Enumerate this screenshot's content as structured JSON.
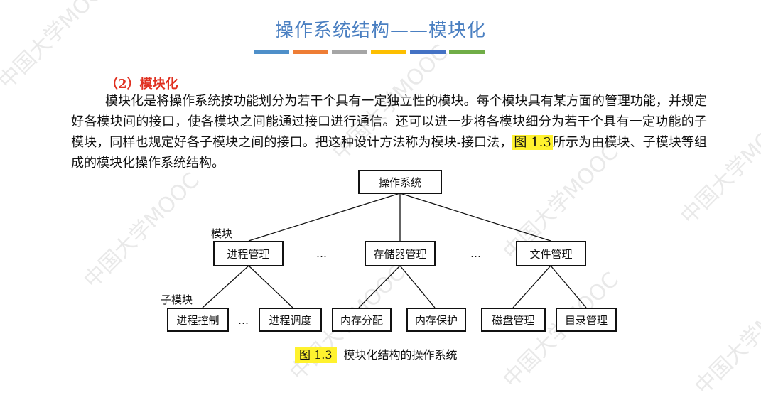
{
  "title": "操作系统结构——模块化",
  "accent_bars": [
    "#4e8fc9",
    "#ee7d35",
    "#a5a5a5",
    "#fdbf00",
    "#4472c4",
    "#70ad47"
  ],
  "watermark": "中国大学MOOC",
  "section_heading": "（2）模块化",
  "paragraph": {
    "before_ref": "模块化是将操作系统按功能划分为若干个具有一定独立性的模块。每个模块具有某方面的管理功能，并规定好各模块间的接口，使各模块之间能通过接口进行通信。还可以进一步将各模块细分为若干个具有一定功能的子模块，同样也规定好各子模块之间的接口。把这种设计方法称为模块-接口法，",
    "ref": "图 1.3",
    "after_ref": "所示为由模块、子模块等组成的模块化操作系统结构。"
  },
  "diagram": {
    "root": "操作系统",
    "module_label": "模块",
    "submodule_label": "子模块",
    "ellipsis": "…",
    "modules": [
      "进程管理",
      "存储器管理",
      "文件管理"
    ],
    "submodules": [
      "进程控制",
      "进程调度",
      "内存分配",
      "内存保护",
      "磁盘管理",
      "目录管理"
    ]
  },
  "caption": {
    "fig_label": "图 1.3",
    "text": "模块化结构的操作系统"
  }
}
